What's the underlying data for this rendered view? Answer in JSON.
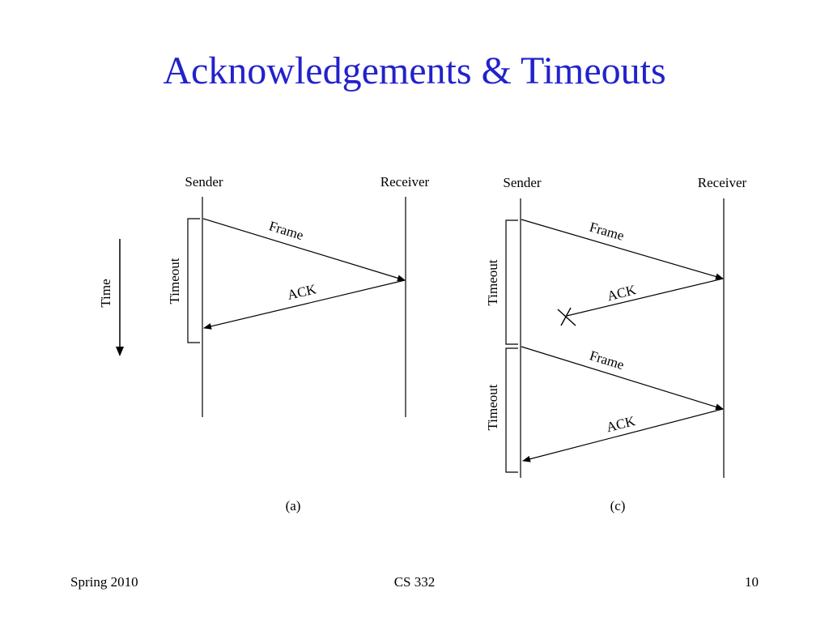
{
  "slide": {
    "title": "Acknowledgements & Timeouts",
    "title_color": "#2222cc"
  },
  "diagram_a": {
    "sender_label": "Sender",
    "receiver_label": "Receiver",
    "time_label": "Time",
    "timeout_label": "Timeout",
    "frame_label": "Frame",
    "ack_label": "ACK",
    "caption": "(a)"
  },
  "diagram_c": {
    "sender_label": "Sender",
    "receiver_label": "Receiver",
    "timeout_label_1": "Timeout",
    "timeout_label_2": "Timeout",
    "frame_label_1": "Frame",
    "ack_label_1": "ACK",
    "frame_label_2": "Frame",
    "ack_label_2": "ACK",
    "caption": "(c)"
  },
  "footer": {
    "left": "Spring 2010",
    "center": "CS 332",
    "right": "10"
  }
}
